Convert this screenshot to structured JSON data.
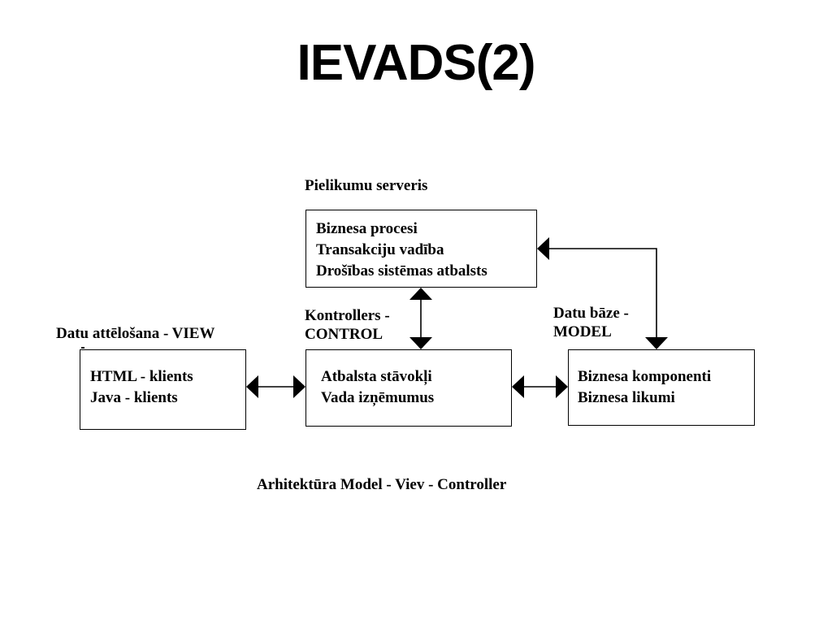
{
  "slide": {
    "title": "IEVADS(2)"
  },
  "diagram": {
    "app_server_label": "Pielikumu serveris",
    "app_server_box": {
      "lines": [
        "Biznesa procesi",
        "Transakciju vadība",
        "Drošības sistēmas atbalsts"
      ]
    },
    "view_label": "Datu attēlošana - VIEW",
    "view_box": {
      "lines": [
        "HTML - klients",
        "Java - klients"
      ]
    },
    "controller_label": {
      "lines": [
        "Kontrollers -",
        "CONTROL"
      ]
    },
    "controller_box": {
      "lines": [
        "Atbalsta stāvokļi",
        "Vada izņēmumus"
      ]
    },
    "model_label": {
      "lines": [
        "Datu bāze -",
        "MODEL"
      ]
    },
    "model_box": {
      "lines": [
        "Biznesa komponenti",
        "Biznesa likumi"
      ]
    },
    "caption": "Arhitektūra Model - Viev - Controller"
  }
}
